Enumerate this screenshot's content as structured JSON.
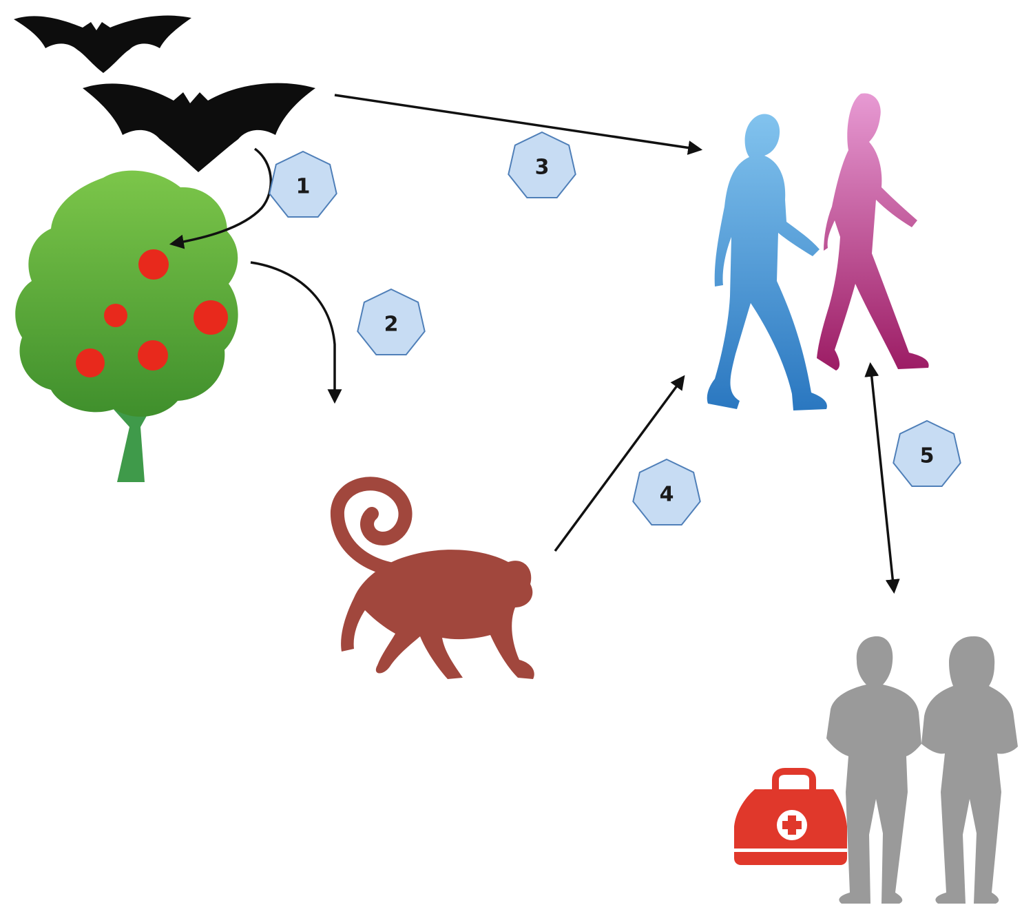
{
  "colors": {
    "badge_fill": "#c7dcf3",
    "badge_stroke": "#4f7fb8",
    "arrow": "#111111",
    "bat": "#0d0d0d",
    "tree_top": "#7cc64a",
    "tree_bottom": "#3f8f2c",
    "trunk": "#3f9a4a",
    "apple": "#e8291c",
    "monkey": "#a1473d",
    "man_top": "#82c3ee",
    "man_bottom": "#2a77c0",
    "woman_top": "#e79ad3",
    "woman_bottom": "#9c1c64",
    "contacts": "#9a9a9a",
    "medkit": "#e0382b"
  },
  "icons": [
    "bat-icon",
    "fruit-tree-icon",
    "monkey-icon",
    "walking-man-icon",
    "walking-woman-icon",
    "standing-people-icon",
    "medical-bag-icon"
  ],
  "routes": [
    {
      "id": "1",
      "label": "1",
      "from": "bat",
      "to": "fruit-tree"
    },
    {
      "id": "2",
      "label": "2",
      "from": "fruit-tree",
      "to": "monkey"
    },
    {
      "id": "3",
      "label": "3",
      "from": "bat",
      "to": "humans"
    },
    {
      "id": "4",
      "label": "4",
      "from": "monkey",
      "to": "humans"
    },
    {
      "id": "5",
      "label": "5",
      "from": "humans",
      "to": "contacts",
      "bidirectional": true
    }
  ]
}
